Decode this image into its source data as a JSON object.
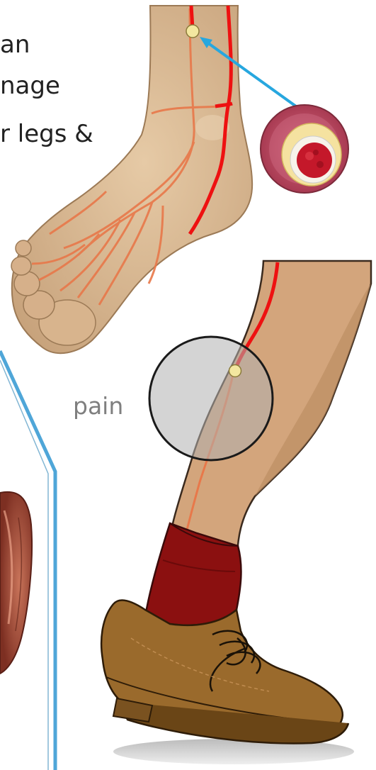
{
  "heading": {
    "lines": [
      "an",
      "nage",
      "r legs &"
    ]
  },
  "annotation": {
    "pain_label": "pain"
  },
  "colors": {
    "artery_red": "#ee1111",
    "vein_orange": "#e8784a",
    "skin_foot": "#d9b995",
    "skin_leg": "#d3a57c",
    "sock": "#8b1010",
    "shoe": "#9a6a2c",
    "callout_arrow": "#27a7df",
    "panel_border": "#4fa6d8",
    "pain_circle_fill": "#c8c8c8",
    "plaque_yellow": "#f5e2a0"
  },
  "icons": {
    "foot": "foot-illustration",
    "leg": "leg-illustration",
    "cross_section": "artery-cross-section-icon",
    "marker": "blockage-marker-icon"
  }
}
